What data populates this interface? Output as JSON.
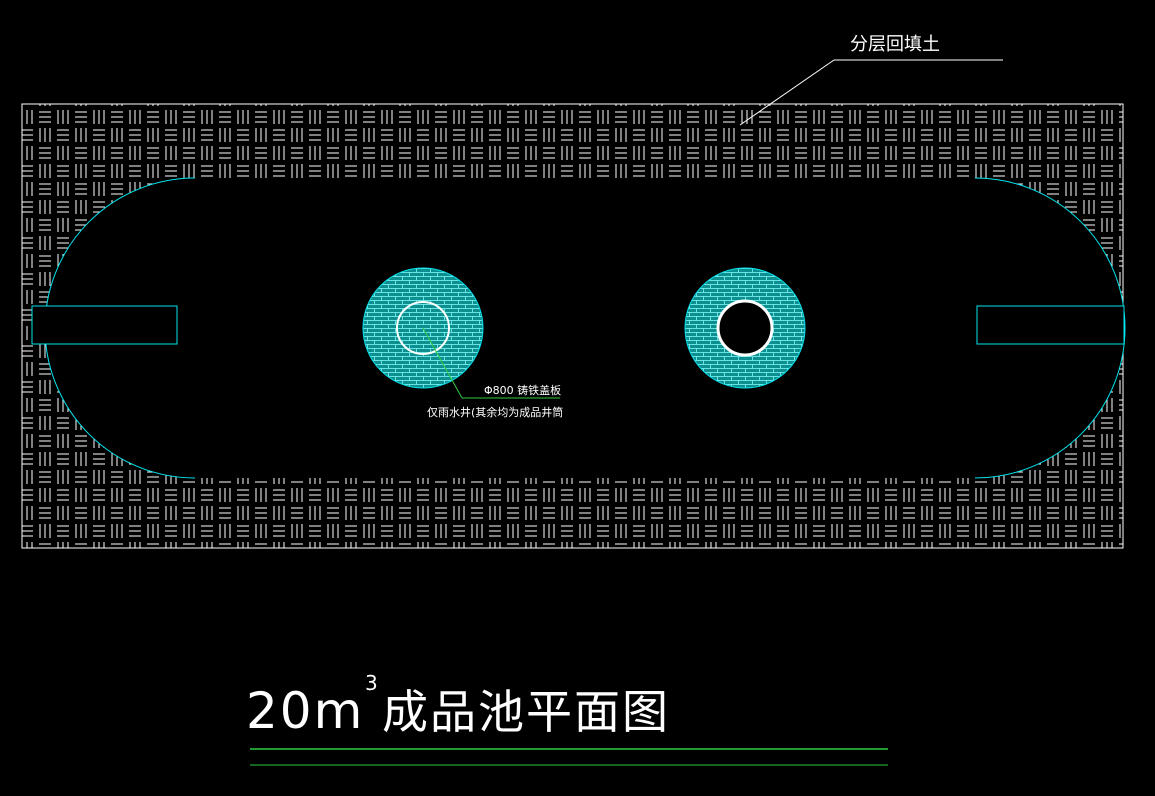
{
  "drawing": {
    "backfill_label": "分层回填土",
    "cover_spec": "Φ800 铸铁盖板",
    "cover_note": "仅雨水井(其余均为成品井筒",
    "title_prefix": "20m",
    "title_superscript": "3",
    "title_suffix": "成品池平面图"
  },
  "colors": {
    "background": "#000000",
    "line_white": "#ffffff",
    "line_cyan": "#00e5ee",
    "line_green": "#2ecc40",
    "brick_fill": "#14b8b8"
  }
}
